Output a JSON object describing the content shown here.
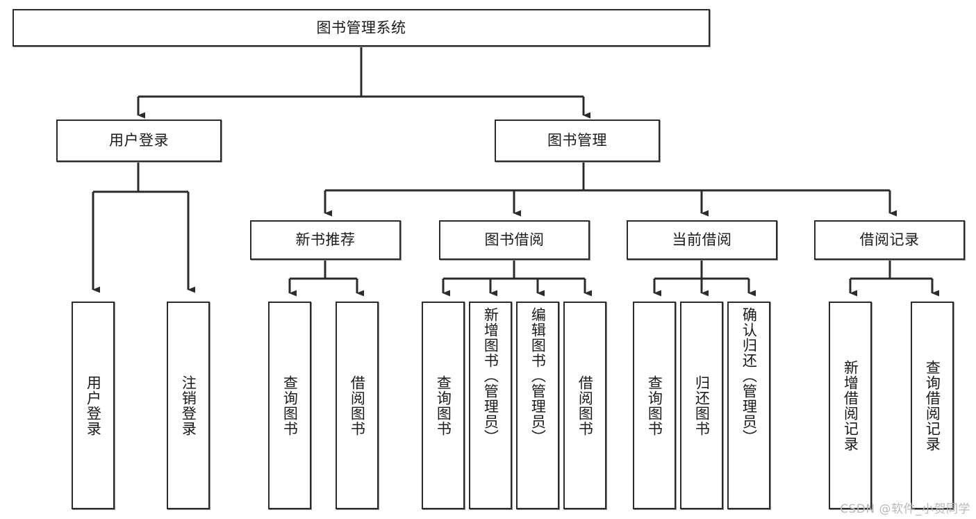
{
  "diagram": {
    "title": "图书管理系统",
    "type": "tree",
    "watermark": "CSDN @软件_小贺同学",
    "stroke_color": "#2b2b2b",
    "fill_color": "#ffffff",
    "text_color": "#1a1a1a",
    "watermark_color": "#b9b9b9",
    "nodes": {
      "root": {
        "label": "图书管理系统"
      },
      "level2": [
        {
          "id": "user-login",
          "label": "用户登录"
        },
        {
          "id": "book-manage",
          "label": "图书管理"
        }
      ],
      "level3": [
        {
          "id": "new-book-recommend",
          "label": "新书推荐"
        },
        {
          "id": "book-borrow",
          "label": "图书借阅"
        },
        {
          "id": "current-borrow",
          "label": "当前借阅"
        },
        {
          "id": "borrow-record",
          "label": "借阅记录"
        }
      ],
      "leaves": [
        {
          "id": "leaf-user-login",
          "parent": "user-login",
          "label": "用户登录"
        },
        {
          "id": "leaf-logout",
          "parent": "user-login",
          "label": "注销登录"
        },
        {
          "id": "leaf-query-book-1",
          "parent": "new-book-recommend",
          "label": "查询图书"
        },
        {
          "id": "leaf-borrow-book-1",
          "parent": "new-book-recommend",
          "label": "借阅图书"
        },
        {
          "id": "leaf-query-book-2",
          "parent": "book-borrow",
          "label": "查询图书"
        },
        {
          "id": "leaf-add-book",
          "parent": "book-borrow",
          "label": "新增图书（管理员）"
        },
        {
          "id": "leaf-edit-book",
          "parent": "book-borrow",
          "label": "编辑图书（管理员）"
        },
        {
          "id": "leaf-borrow-book-2",
          "parent": "book-borrow",
          "label": "借阅图书"
        },
        {
          "id": "leaf-query-book-3",
          "parent": "current-borrow",
          "label": "查询图书"
        },
        {
          "id": "leaf-return-book",
          "parent": "current-borrow",
          "label": "归还图书"
        },
        {
          "id": "leaf-confirm-return",
          "parent": "current-borrow",
          "label": "确认归还（管理员）"
        },
        {
          "id": "leaf-add-record",
          "parent": "borrow-record",
          "label": "新增借阅记录"
        },
        {
          "id": "leaf-query-record",
          "parent": "borrow-record",
          "label": "查询借阅记录"
        }
      ]
    }
  }
}
